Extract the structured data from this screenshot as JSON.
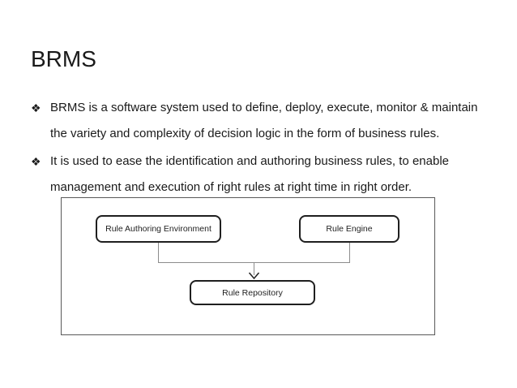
{
  "slide": {
    "title": "BRMS",
    "bullets": [
      {
        "marker": "❖",
        "text": "BRMS is a software system used to define, deploy, execute, monitor & maintain the variety and complexity of decision logic in the form of business rules."
      },
      {
        "marker": "❖",
        "text": "It is used to ease the identification and authoring business rules, to enable management and execution of right rules at right time in right order."
      }
    ],
    "diagram": {
      "nodes": [
        {
          "id": "rule-authoring-environment",
          "label": "Rule Authoring Environment"
        },
        {
          "id": "rule-engine",
          "label": "Rule Engine"
        },
        {
          "id": "rule-repository",
          "label": "Rule Repository"
        }
      ],
      "colors": {
        "frame_border": "#595959",
        "node_border": "#1f1f1f",
        "connector": "#8c8c8c",
        "arrowhead": "#1f1f1f",
        "text": "#1a1a1a",
        "background": "#ffffff"
      }
    }
  }
}
